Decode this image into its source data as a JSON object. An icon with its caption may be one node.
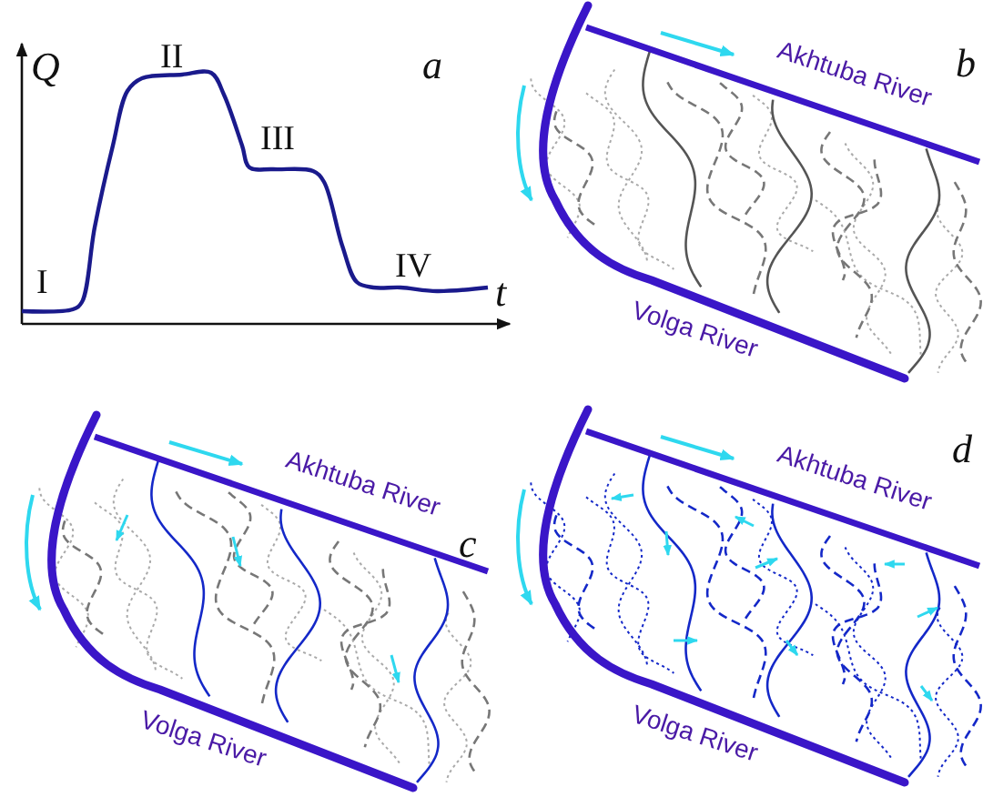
{
  "diagram": {
    "labels": [
      "Q",
      "II",
      "a",
      "III",
      "I",
      "IV",
      "t",
      "b",
      "Akhtuba River",
      "Volga River",
      "c",
      "Akhtuba River",
      "Volga River",
      "d",
      "Akhtuba River",
      "Volga River"
    ]
  }
}
